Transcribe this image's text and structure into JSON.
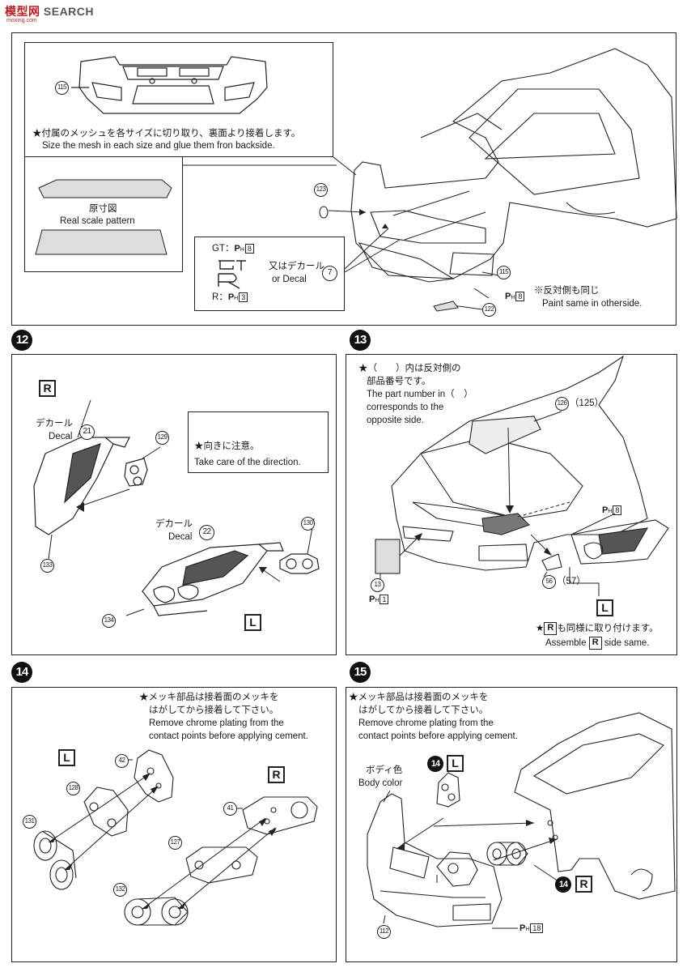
{
  "watermark": {
    "brand": "模型网",
    "text": "SEARCH",
    "url": "moxing.com"
  },
  "top_panel": {
    "part_115a": "115",
    "mesh_jp": "★付属のメッシュを各サイズに切り取り、裏面より接着します。",
    "mesh_en": "Size the mesh in each size and glue them fron backside.",
    "pattern_jp": "原寸図",
    "pattern_en": "Real scale pattern",
    "gt_label": "GT：",
    "gt_num": "8",
    "r_label": "R：",
    "r_num": "3",
    "or_decal_jp": "又はデカール",
    "or_decal_en": "or   Decal",
    "decal_num": "7",
    "part_123": "123",
    "part_115b": "115",
    "part_122": "122",
    "ph8": "8",
    "note_jp": "※反対側も同じ",
    "note_en": "Paint same in otherside."
  },
  "step12": {
    "num": "12",
    "r_box": "R",
    "l_box": "L",
    "decal_jp_a": "デカール",
    "decal_en_a": "Decal",
    "decal_num_a": "21",
    "decal_jp_b": "デカール",
    "decal_en_b": "Decal",
    "decal_num_b": "22",
    "caution_jp": "★向きに注意。",
    "caution_en": "Take care of the direction.",
    "parts": [
      "129",
      "130",
      "133",
      "134"
    ]
  },
  "step13": {
    "num": "13",
    "note_jp1": "★（　　）内は反対側の",
    "note_jp2": "部品番号です。",
    "note_en1": "The part number in（　）",
    "note_en2": "corresponds to the",
    "note_en3": "opposite side.",
    "part_126": "126",
    "part_125": "（125）",
    "part_13": "13",
    "ph1": "1",
    "ph8": "8",
    "part_56": "56",
    "part_57": "（57）",
    "l_box": "L",
    "r_note_jp_a": "★",
    "r_box": "R",
    "r_note_jp_b": "も同様に取り付けます。",
    "r_note_en_a": "Assemble",
    "r_note_en_b": "side same."
  },
  "step14": {
    "num": "14",
    "note_jp1": "★メッキ部品は接着面のメッキを",
    "note_jp2": "はがしてから接着して下さい。",
    "note_en1": "Remove chrome plating from the",
    "note_en2": "contact points before applying cement.",
    "l_box": "L",
    "r_box": "R",
    "parts": [
      "42",
      "128",
      "131",
      "41",
      "127",
      "132"
    ]
  },
  "step15": {
    "num": "15",
    "note_jp1": "★メッキ部品は接着面のメッキを",
    "note_jp2": "はがしてから接着して下さい。",
    "note_en1": "Remove chrome plating from the",
    "note_en2": "contact points before applying cement.",
    "body_jp": "ボディ色",
    "body_en": "Body color",
    "sub_step": "14",
    "l_box": "L",
    "r_box": "R",
    "part_112": "112",
    "ph18": "18"
  }
}
